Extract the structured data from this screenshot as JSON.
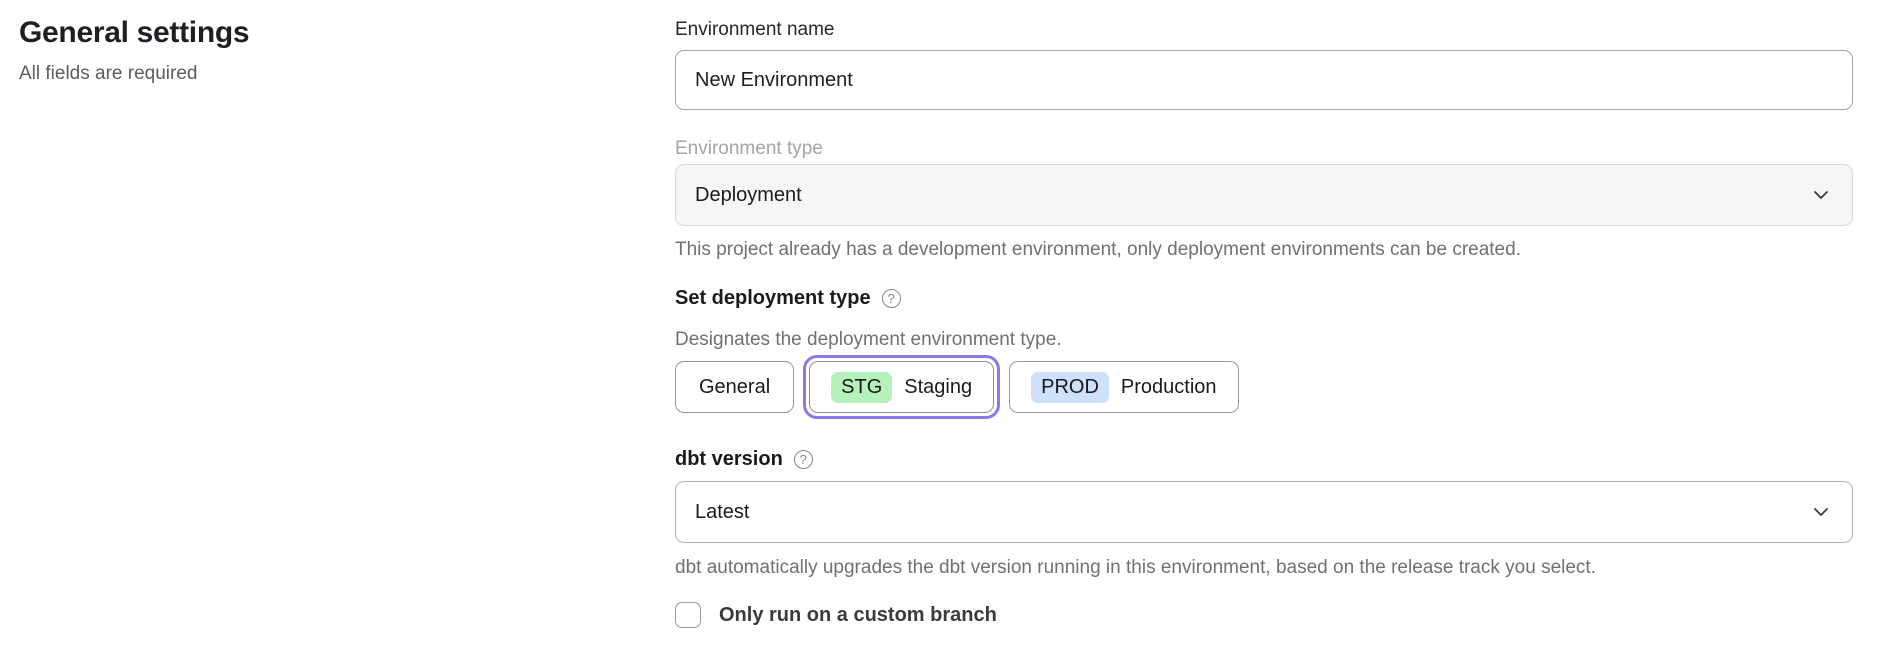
{
  "page": {
    "title": "General settings",
    "subtitle": "All fields are required"
  },
  "form": {
    "environment_name": {
      "label": "Environment name",
      "value": "New Environment"
    },
    "environment_type": {
      "label": "Environment type",
      "value": "Deployment",
      "helper": "This project already has a development environment, only deployment environments can be created."
    },
    "deployment_type": {
      "label": "Set deployment type",
      "description": "Designates the deployment environment type.",
      "options": [
        {
          "label": "General",
          "badge": "",
          "selected": false
        },
        {
          "label": "Staging",
          "badge": "STG",
          "badge_color": "#b6f1bc",
          "selected": true
        },
        {
          "label": "Production",
          "badge": "PROD",
          "badge_color": "#cfe0fa",
          "selected": false
        }
      ]
    },
    "dbt_version": {
      "label": "dbt version",
      "value": "Latest",
      "helper": "dbt automatically upgrades the dbt version running in this environment, based on the release track you select."
    },
    "custom_branch": {
      "label": "Only run on a custom branch",
      "checked": false
    }
  },
  "icons": {
    "help_glyph": "?"
  },
  "colors": {
    "selected_ring": "#8a7ae8",
    "stg_badge": "#b6f1bc",
    "prod_badge": "#cfe0fa"
  }
}
